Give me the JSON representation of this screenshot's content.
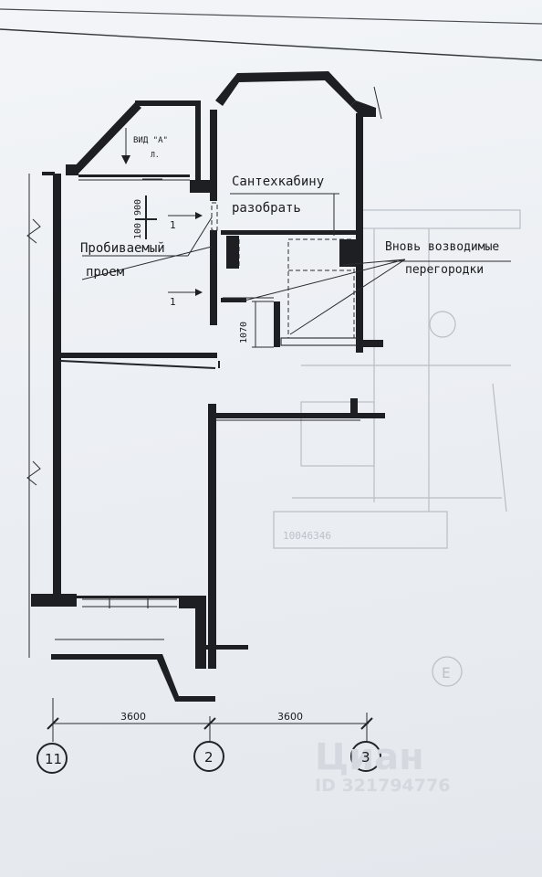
{
  "labels": {
    "santeh_line1": "Сантехкабину",
    "santeh_line2": "разобрать",
    "proem_line1": "Пробиваемый",
    "proem_line2": "проем",
    "new_line1": "Вновь возводимые",
    "new_line2": "перегородки",
    "view_label": "ВИД \"А\"",
    "view_sub": "Л."
  },
  "dimensions": {
    "d900": "900",
    "d100": "100",
    "d1070": "1070",
    "d3600_left": "3600",
    "d3600_right": "3600",
    "section_top": "1",
    "section_bottom": "1"
  },
  "axes": {
    "axis_11": "11",
    "axis_2": "2",
    "axis_3": "3"
  },
  "watermark": {
    "brand": "Циан",
    "id_text": "ID 321794776"
  },
  "colors": {
    "ink": "#1d1f22",
    "paper": "#eef1f4",
    "ghost": "#b9bfc7"
  }
}
